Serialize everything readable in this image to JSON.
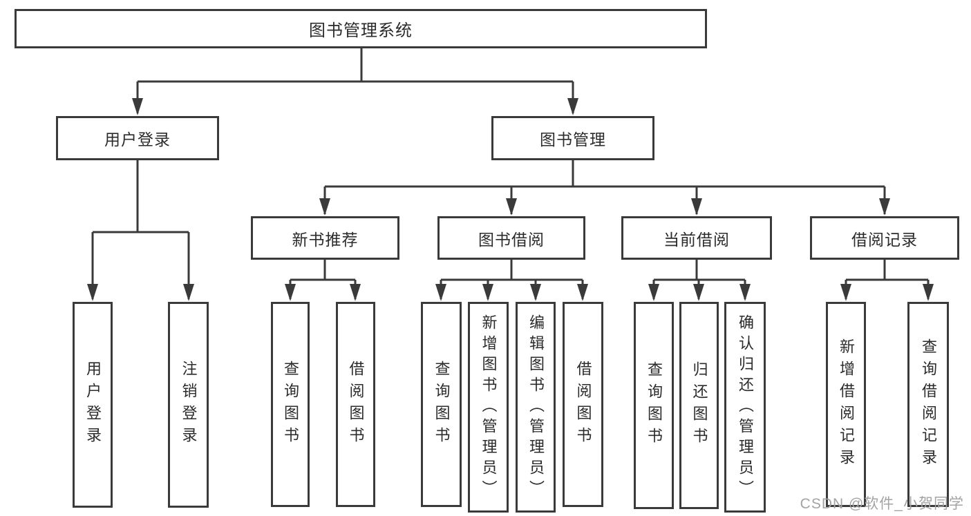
{
  "tree": {
    "label": "图书管理系统",
    "children": [
      {
        "label": "用户登录",
        "children": [
          {
            "label": "用户登录"
          },
          {
            "label": "注销登录"
          }
        ]
      },
      {
        "label": "图书管理",
        "children": [
          {
            "label": "新书推荐",
            "children": [
              {
                "label": "查询图书"
              },
              {
                "label": "借阅图书"
              }
            ]
          },
          {
            "label": "图书借阅",
            "children": [
              {
                "label": "查询图书"
              },
              {
                "label": "新增图书（管理员）"
              },
              {
                "label": "编辑图书（管理员）"
              },
              {
                "label": "借阅图书"
              }
            ]
          },
          {
            "label": "当前借阅",
            "children": [
              {
                "label": "查询图书"
              },
              {
                "label": "归还图书"
              },
              {
                "label": "确认归还（管理员）"
              }
            ]
          },
          {
            "label": "借阅记录",
            "children": [
              {
                "label": "新增借阅记录"
              },
              {
                "label": "查询借阅记录"
              }
            ]
          }
        ]
      }
    ]
  },
  "watermark": {
    "text": "CSDN @软件_小贺同学"
  },
  "colors": {
    "line": "#3a3a3a",
    "text": "#2b2b2b",
    "watermark": "#a3a3a3",
    "background": "#ffffff"
  }
}
